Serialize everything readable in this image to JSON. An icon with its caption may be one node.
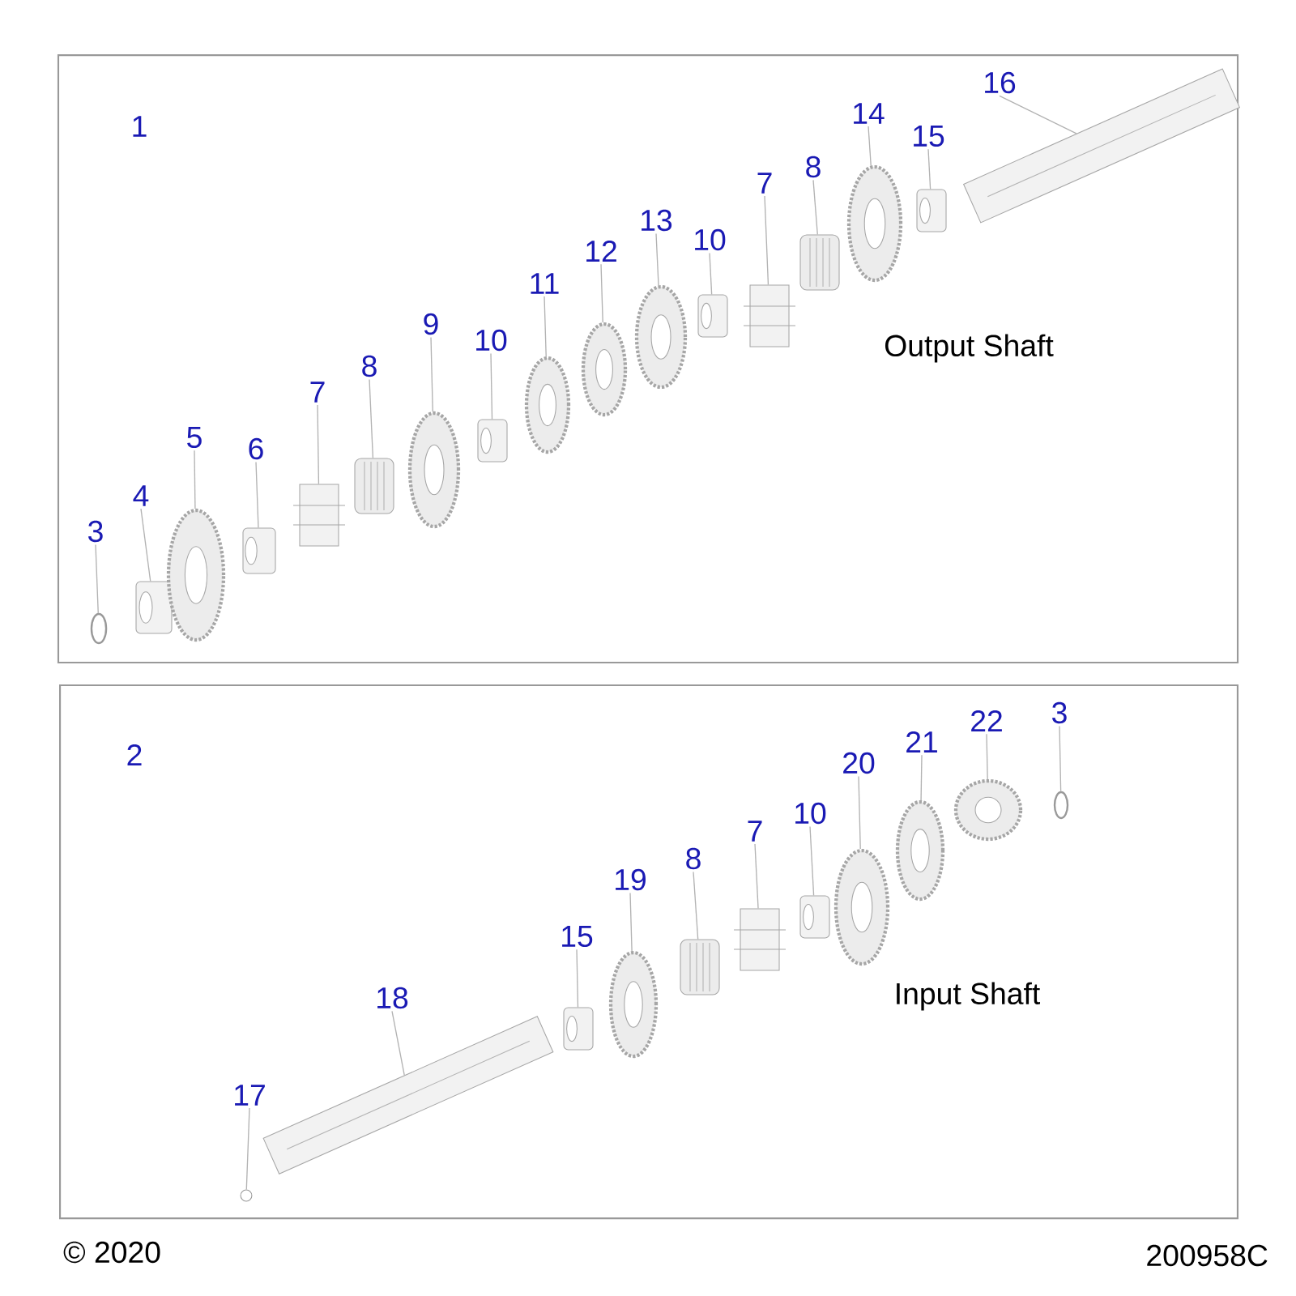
{
  "diagram": {
    "nodes": [
      {
        "text": [
          "1",
          "Output Shaft"
        ]
      },
      {
        "text": [
          "3"
        ],
        "in": 0
      },
      {
        "text": [],
        "shape": "ring",
        "in": 0
      },
      {
        "text": [
          "4"
        ],
        "in": 0
      },
      {
        "text": [],
        "shape": "bushing",
        "in": 0
      },
      {
        "text": [
          "5"
        ],
        "in": 0
      },
      {
        "text": [],
        "shape": "gear",
        "in": 0
      },
      {
        "text": [
          "6"
        ],
        "in": 0
      },
      {
        "text": [],
        "shape": "bushing",
        "in": 0
      },
      {
        "text": [
          "7"
        ],
        "in": 0
      },
      {
        "text": [],
        "shape": "hub",
        "in": 0
      },
      {
        "text": [
          "8"
        ],
        "in": 0
      },
      {
        "text": [],
        "shape": "bearing",
        "in": 0
      },
      {
        "text": [
          "9"
        ],
        "in": 0
      },
      {
        "text": [],
        "shape": "gear",
        "in": 0
      },
      {
        "text": [
          "10"
        ],
        "in": 0
      },
      {
        "text": [],
        "shape": "bushing",
        "in": 0
      },
      {
        "text": [
          "11"
        ],
        "in": 0
      },
      {
        "text": [],
        "shape": "gear",
        "in": 0
      },
      {
        "text": [
          "12"
        ],
        "in": 0
      },
      {
        "text": [],
        "shape": "gear",
        "in": 0
      },
      {
        "text": [
          "13"
        ],
        "in": 0
      },
      {
        "text": [],
        "shape": "gear",
        "in": 0
      },
      {
        "text": [
          "10"
        ],
        "in": 0
      },
      {
        "text": [],
        "shape": "bushing",
        "in": 0
      },
      {
        "text": [
          "7"
        ],
        "in": 0
      },
      {
        "text": [],
        "shape": "hub",
        "in": 0
      },
      {
        "text": [
          "8"
        ],
        "in": 0
      },
      {
        "text": [],
        "shape": "bearing",
        "in": 0
      },
      {
        "text": [
          "14"
        ],
        "in": 0
      },
      {
        "text": [],
        "shape": "gear",
        "in": 0
      },
      {
        "text": [
          "15"
        ],
        "in": 0
      },
      {
        "text": [],
        "shape": "bushing",
        "in": 0
      },
      {
        "text": [
          "16"
        ],
        "in": 0
      },
      {
        "text": [],
        "shape": "shaft",
        "in": 0
      },
      {
        "text": [
          "2",
          "Input Shaft"
        ]
      },
      {
        "text": [
          "17"
        ],
        "in": 35
      },
      {
        "text": [],
        "shape": "pin",
        "in": 35
      },
      {
        "text": [
          "18"
        ],
        "in": 35
      },
      {
        "text": [],
        "shape": "shaft",
        "in": 35
      },
      {
        "text": [
          "15"
        ],
        "in": 35
      },
      {
        "text": [],
        "shape": "bushing",
        "in": 35
      },
      {
        "text": [
          "19"
        ],
        "in": 35
      },
      {
        "text": [],
        "shape": "gear",
        "in": 35
      },
      {
        "text": [
          "8"
        ],
        "in": 35
      },
      {
        "text": [],
        "shape": "bearing",
        "in": 35
      },
      {
        "text": [
          "7"
        ],
        "in": 35
      },
      {
        "text": [],
        "shape": "hub",
        "in": 35
      },
      {
        "text": [
          "10"
        ],
        "in": 35
      },
      {
        "text": [],
        "shape": "bushing",
        "in": 35
      },
      {
        "text": [
          "20"
        ],
        "in": 35
      },
      {
        "text": [],
        "shape": "gear",
        "in": 35
      },
      {
        "text": [
          "21"
        ],
        "in": 35
      },
      {
        "text": [],
        "shape": "gear",
        "in": 35
      },
      {
        "text": [
          "22"
        ],
        "in": 35
      },
      {
        "text": [],
        "shape": "gear",
        "in": 35
      },
      {
        "text": [
          "3"
        ],
        "in": 35
      },
      {
        "text": [],
        "shape": "ring",
        "in": 35
      }
    ],
    "edges": [
      {
        "from": 1,
        "to": 2,
        "arrow": "none"
      },
      {
        "from": 3,
        "to": 4,
        "arrow": "none"
      },
      {
        "from": 5,
        "to": 6,
        "arrow": "none"
      },
      {
        "from": 7,
        "to": 8,
        "arrow": "none"
      },
      {
        "from": 9,
        "to": 10,
        "arrow": "none"
      },
      {
        "from": 11,
        "to": 12,
        "arrow": "none"
      },
      {
        "from": 13,
        "to": 14,
        "arrow": "none"
      },
      {
        "from": 15,
        "to": 16,
        "arrow": "none"
      },
      {
        "from": 17,
        "to": 18,
        "arrow": "none"
      },
      {
        "from": 19,
        "to": 20,
        "arrow": "none"
      },
      {
        "from": 21,
        "to": 22,
        "arrow": "none"
      },
      {
        "from": 23,
        "to": 24,
        "arrow": "none"
      },
      {
        "from": 25,
        "to": 26,
        "arrow": "none"
      },
      {
        "from": 27,
        "to": 28,
        "arrow": "none"
      },
      {
        "from": 29,
        "to": 30,
        "arrow": "none"
      },
      {
        "from": 31,
        "to": 32,
        "arrow": "none"
      },
      {
        "from": 33,
        "to": 34,
        "arrow": "none"
      },
      {
        "from": 36,
        "to": 37,
        "arrow": "none"
      },
      {
        "from": 38,
        "to": 39,
        "arrow": "none"
      },
      {
        "from": 40,
        "to": 41,
        "arrow": "none"
      },
      {
        "from": 42,
        "to": 43,
        "arrow": "none"
      },
      {
        "from": 44,
        "to": 45,
        "arrow": "none"
      },
      {
        "from": 46,
        "to": 47,
        "arrow": "none"
      },
      {
        "from": 48,
        "to": 49,
        "arrow": "none"
      },
      {
        "from": 50,
        "to": 51,
        "arrow": "none"
      },
      {
        "from": 52,
        "to": 53,
        "arrow": "none"
      },
      {
        "from": 54,
        "to": 55,
        "arrow": "none"
      },
      {
        "from": 56,
        "to": 57,
        "arrow": "none"
      }
    ],
    "labels": [
      "© 2020",
      "200958C"
    ]
  }
}
